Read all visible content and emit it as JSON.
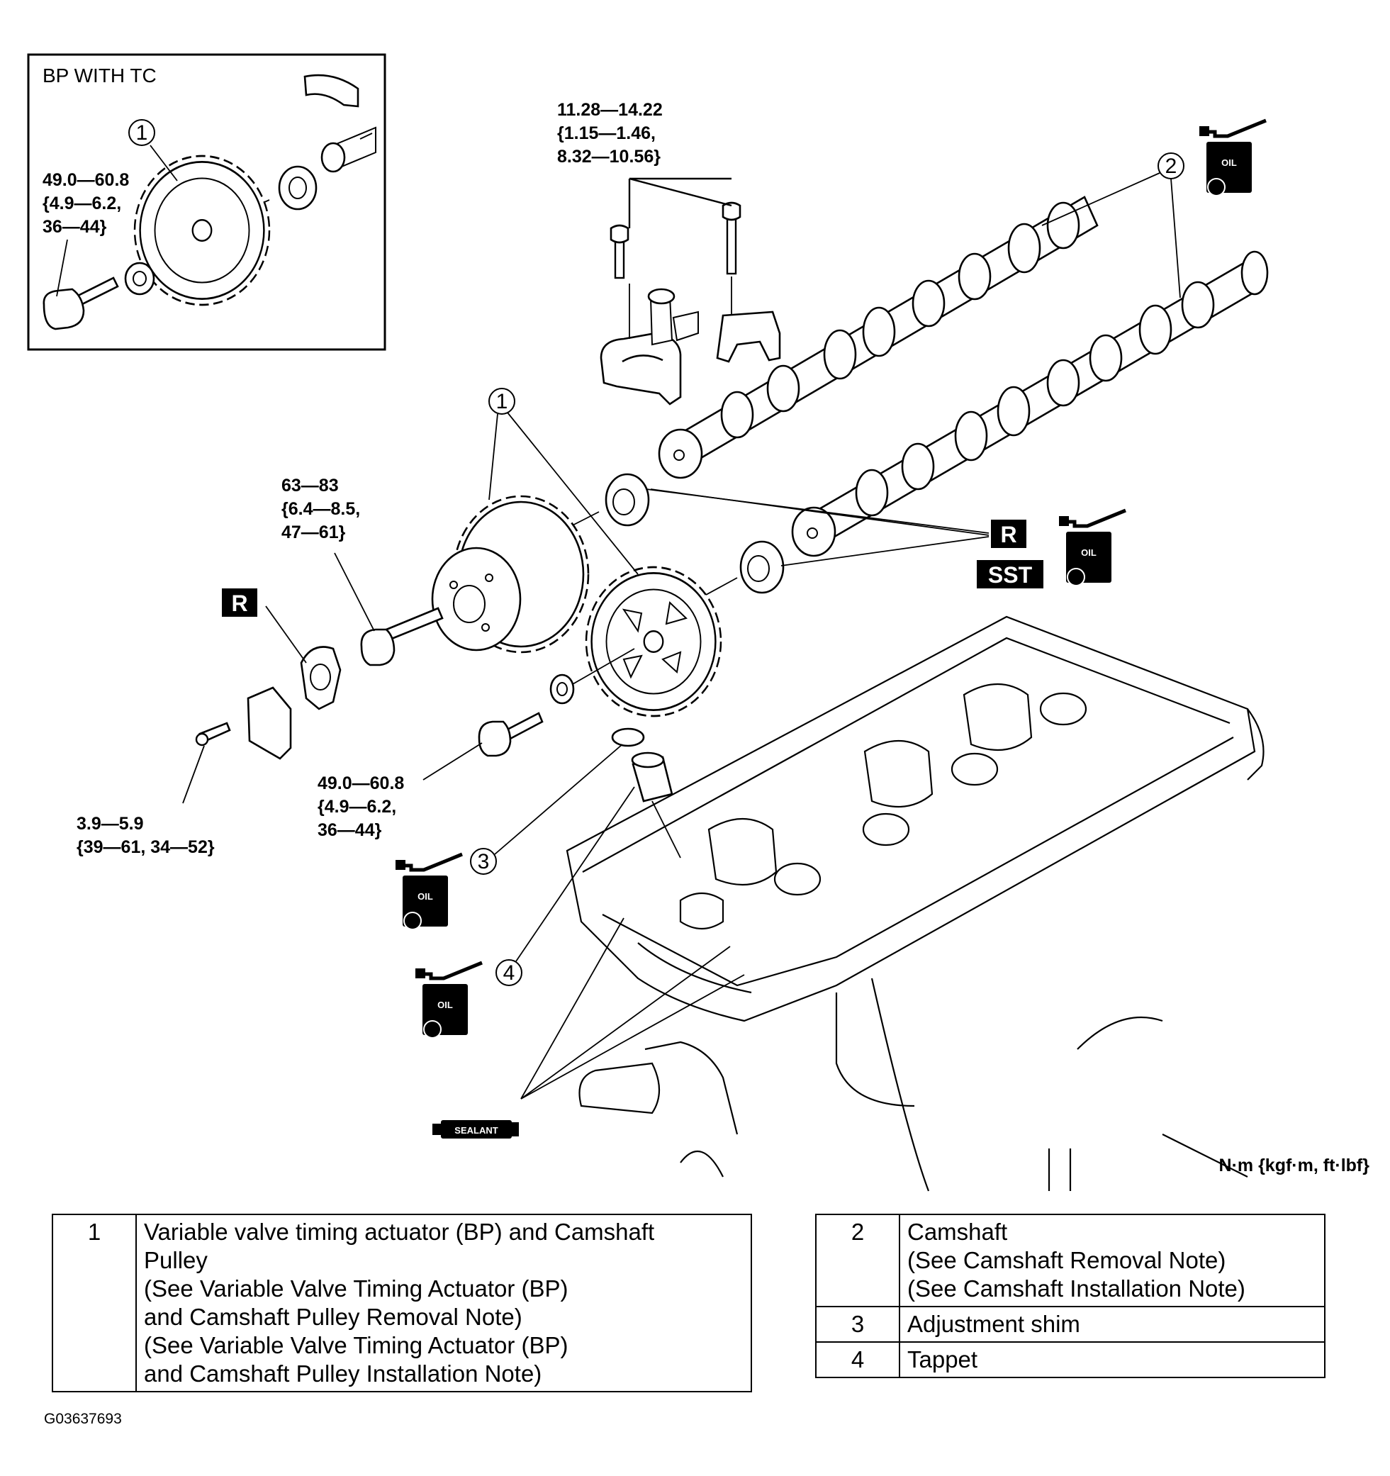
{
  "inset": {
    "title": "BP WITH TC"
  },
  "callouts": {
    "c1": "1",
    "c2": "2",
    "c3": "3",
    "c4": "4"
  },
  "torques": {
    "inset_bolt": [
      "49.0—60.8",
      "{4.9—6.2,",
      "36—44}"
    ],
    "cap_bolts": [
      "11.28—14.22",
      "{1.15—1.46,",
      "8.32—10.56}"
    ],
    "actuator_bolt": [
      "63—83",
      "{6.4—8.5,",
      "47—61}"
    ],
    "pulley_bolt": [
      "49.0—60.8",
      "{4.9—6.2,",
      "36—44}"
    ],
    "cover_bolt": [
      "3.9—5.9",
      "{39—61, 34—52}"
    ]
  },
  "badges": {
    "replace": "R",
    "sst": "SST",
    "oil": "OIL",
    "sealant": "SEALANT"
  },
  "units": "N·m {kgf·m, ft·lbf}",
  "legend_left": [
    {
      "num": "1",
      "lines": [
        "Variable valve timing actuator (BP) and Camshaft",
        "Pulley",
        "(See Variable Valve Timing Actuator (BP)",
        "and Camshaft Pulley Removal Note)",
        "(See Variable Valve Timing Actuator (BP)",
        "and Camshaft Pulley Installation Note)"
      ]
    }
  ],
  "legend_right": [
    {
      "num": "2",
      "lines": [
        "Camshaft",
        "(See Camshaft Removal Note)",
        "(See Camshaft Installation Note)"
      ]
    },
    {
      "num": "3",
      "lines": [
        "Adjustment shim"
      ]
    },
    {
      "num": "4",
      "lines": [
        "Tappet"
      ]
    }
  ],
  "doc_id": "G03637693",
  "colors": {
    "ink": "#000000",
    "paper": "#ffffff"
  }
}
